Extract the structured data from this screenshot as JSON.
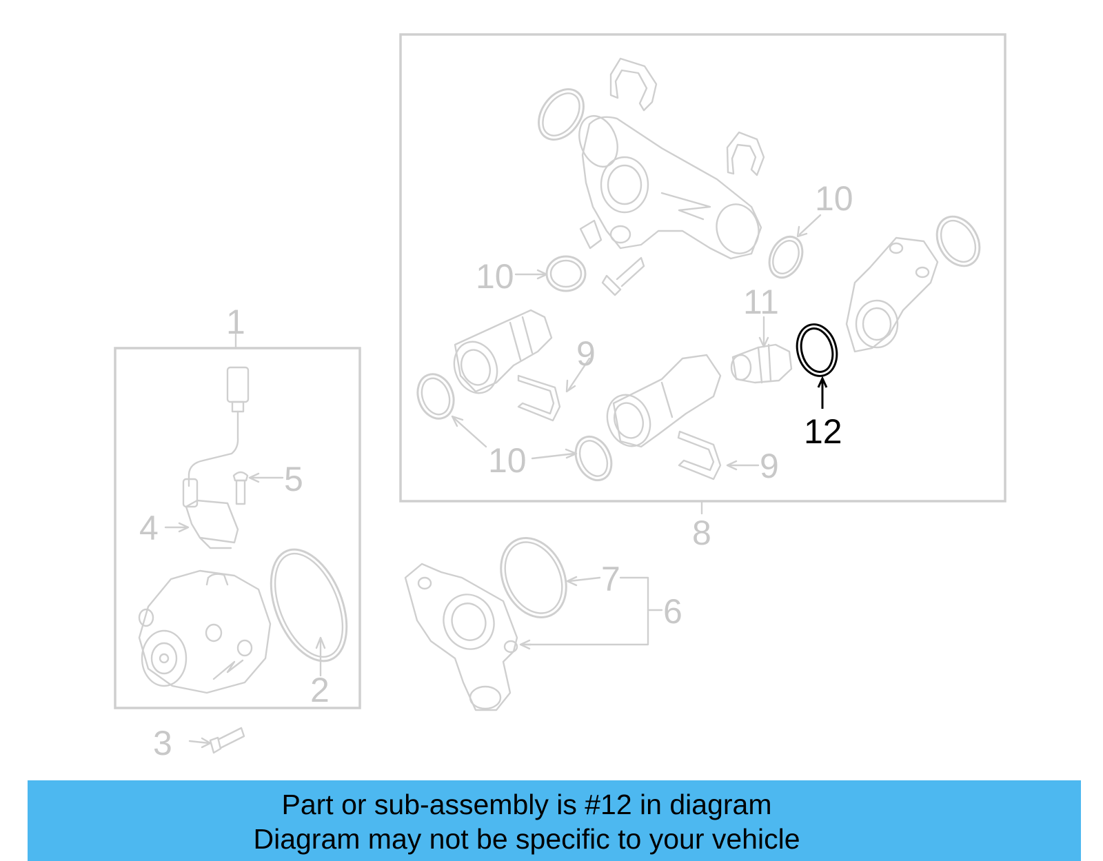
{
  "diagram": {
    "callouts": [
      "1",
      "2",
      "3",
      "4",
      "5",
      "6",
      "7",
      "8",
      "9",
      "9",
      "10",
      "10",
      "10",
      "10",
      "11",
      "12"
    ],
    "highlighted": "12"
  },
  "banner": {
    "line1": "Part or sub-assembly is #12 in diagram",
    "line2": "Diagram may not be specific to your vehicle",
    "background": "#4db8f0"
  }
}
